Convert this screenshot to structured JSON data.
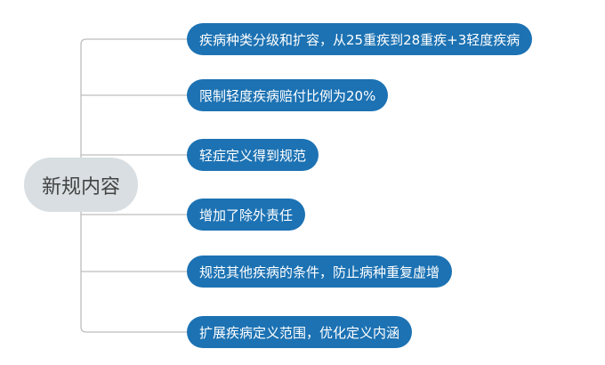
{
  "root": {
    "label": "新规内容"
  },
  "nodes": [
    {
      "label": "疾病种类分级和扩容，从25重疾到28重疾+3轻度疾病"
    },
    {
      "label": "限制轻度疾病赔付比例为20%"
    },
    {
      "label": "轻症定义得到规范"
    },
    {
      "label": "增加了除外责任"
    },
    {
      "label": "规范其他疾病的条件，防止病种重复虚增"
    },
    {
      "label": "扩展疾病定义范围，优化定义内涵"
    }
  ],
  "colors": {
    "node": "#1c72b3",
    "root": "#d8dee1",
    "line": "#bbbbbb"
  }
}
